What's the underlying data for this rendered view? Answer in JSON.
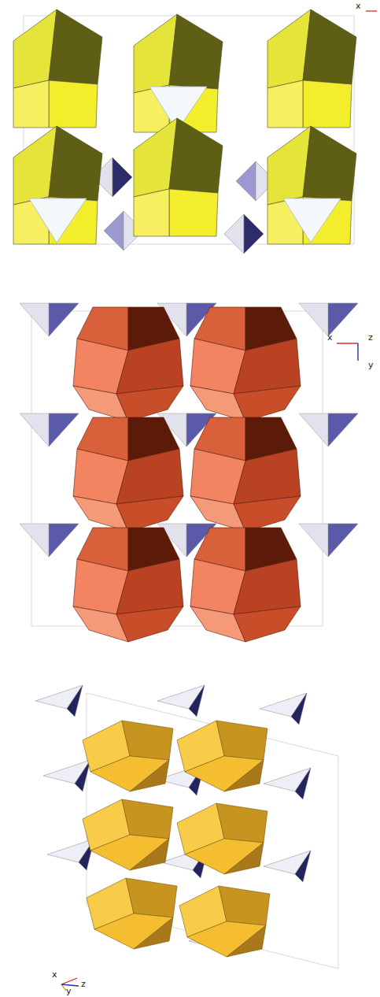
{
  "diagram": {
    "labels": [
      "x",
      "x",
      "z",
      "y",
      "x",
      "y",
      "z"
    ]
  }
}
